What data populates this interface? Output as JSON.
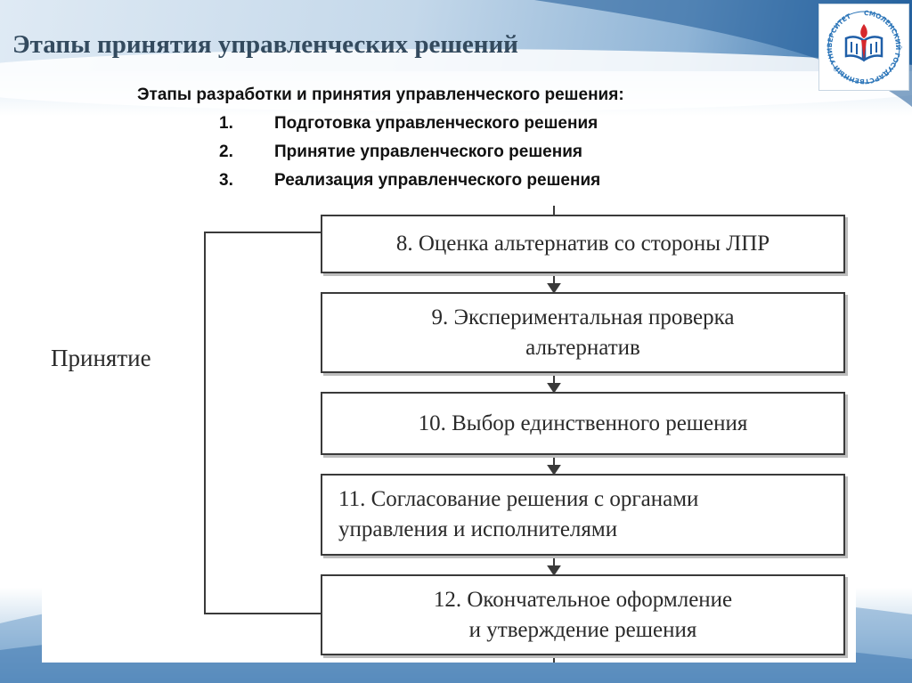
{
  "slide": {
    "title": "Этапы принятия управленческих решений"
  },
  "intro": {
    "heading": "Этапы разработки и принятия управленческого решения:",
    "items": [
      {
        "num": "1.",
        "label": "Подготовка управленческого решения"
      },
      {
        "num": "2.",
        "label": "Принятие управленческого решения"
      },
      {
        "num": "3.",
        "label": "Реализация управленческого решения"
      }
    ]
  },
  "diagram": {
    "side_label": "Принятие",
    "steps": [
      "8. Оценка альтернатив со стороны ЛПР",
      "9. Экспериментальная проверка\nальтернатив",
      "10. Выбор единственного решения",
      "11. Согласование решения с органами\nуправления и исполнителями",
      "12. Окончательное оформление\nи утверждение решения"
    ]
  },
  "logo": {
    "text": "СМОЛЕНСКИЙ ГОСУДАРСТВЕННЫЙ УНИВЕРСИТЕТ",
    "colors": {
      "red": "#d6282c",
      "blue": "#1f5fa8",
      "ring": "#2a74b8"
    }
  }
}
